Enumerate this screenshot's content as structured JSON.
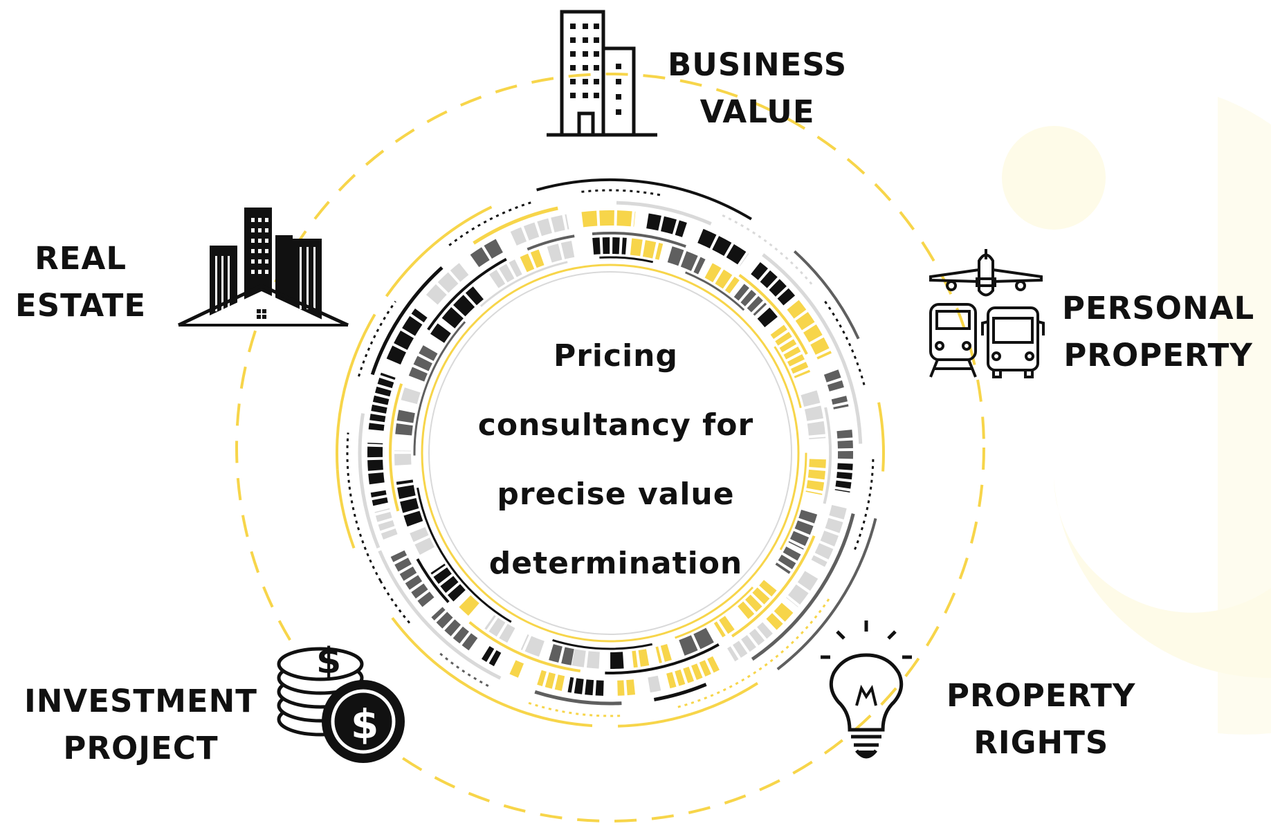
{
  "center": {
    "lines": [
      "Pricing",
      "consultancy for",
      "precise value",
      "determination"
    ]
  },
  "nodes": [
    {
      "id": "business-value",
      "icon": "office-building-icon",
      "lines": [
        "BUSINESS",
        "VALUE"
      ]
    },
    {
      "id": "personal-property",
      "icon": "vehicles-icon",
      "lines": [
        "PERSONAL",
        "PROPERTY"
      ]
    },
    {
      "id": "property-rights",
      "icon": "lightbulb-icon",
      "lines": [
        "PROPERTY",
        "RIGHTS"
      ]
    },
    {
      "id": "investment-project",
      "icon": "coins-icon",
      "lines": [
        "INVESTMENT",
        "PROJECT"
      ]
    },
    {
      "id": "real-estate",
      "icon": "city-skyline-icon",
      "lines": [
        "REAL",
        "ESTATE"
      ]
    }
  ],
  "colors": {
    "accent": "#f7d54a",
    "accent_light": "#fdf4c8",
    "dark": "#111111",
    "gray": "#5f5f5f",
    "light_gray": "#d9d9d9",
    "background_logo": "#fefbe8"
  }
}
